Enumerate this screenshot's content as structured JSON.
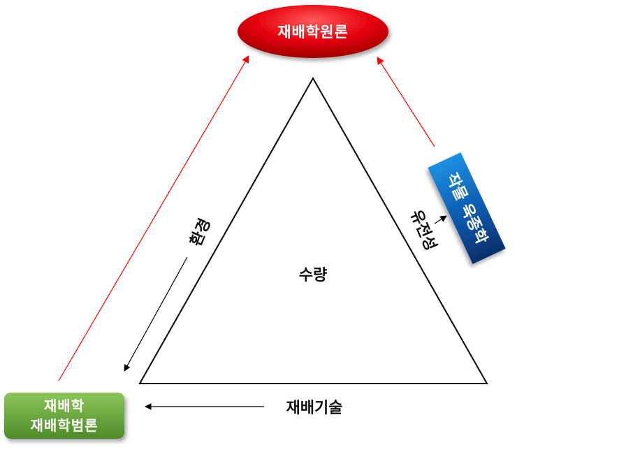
{
  "title": "재배학원론",
  "bottom_node": {
    "line1": "재배학",
    "line2": "재배학범론"
  },
  "center_label": "수량",
  "side_labels": {
    "left": "환경",
    "right": "유전성"
  },
  "base_label": "재배기술",
  "breeding_box": "작물 육종학",
  "colors": {
    "top_node_fill": "#e5000b",
    "bottom_node_fill": "#5f9e34",
    "breeding_box_fill": "#0b55a8",
    "red_arrow": "#ff0000",
    "triangle_stroke": "#000000"
  }
}
